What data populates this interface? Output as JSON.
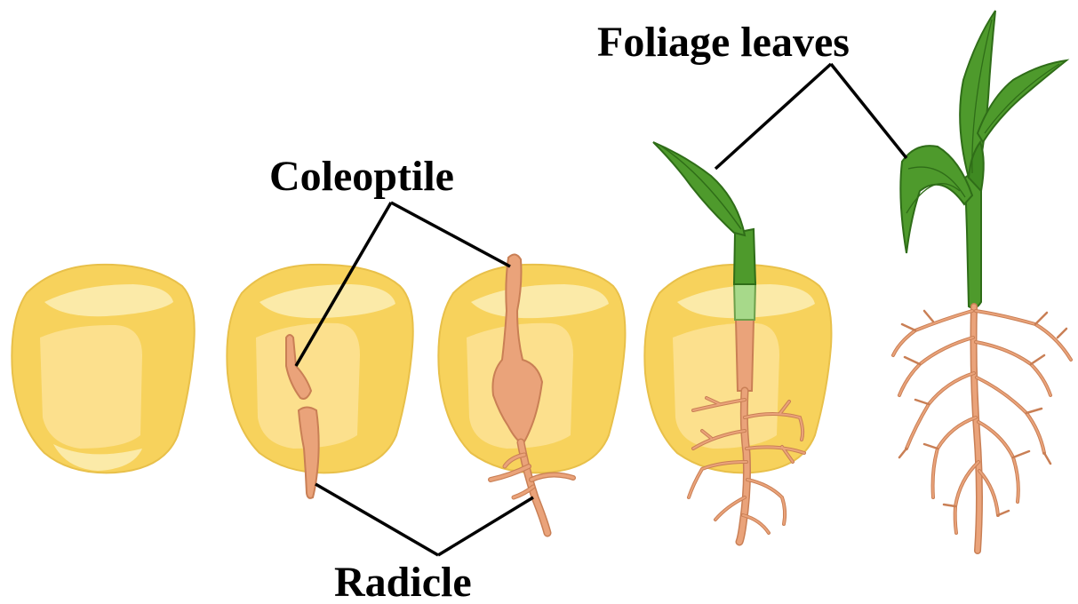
{
  "labels": {
    "foliage_leaves": "Foliage leaves",
    "coleoptile": "Coleoptile",
    "radicle": "Radicle"
  },
  "colors": {
    "kernel": "#f7d25c",
    "kernel_highlight": "#fbe79a",
    "kernel_inner": "#fde9a2",
    "root": "#eaa37a",
    "root_outline": "#c97f55",
    "leaf": "#4e9a2c",
    "leaf_dark": "#2f6d18",
    "leaf_light": "#9fd07a",
    "line": "#000000"
  },
  "stages": [
    "kernel",
    "kernel-with-coleoptile-and-radicle",
    "kernel-with-emerging-shoot",
    "seedling-in-kernel",
    "young-plant"
  ]
}
